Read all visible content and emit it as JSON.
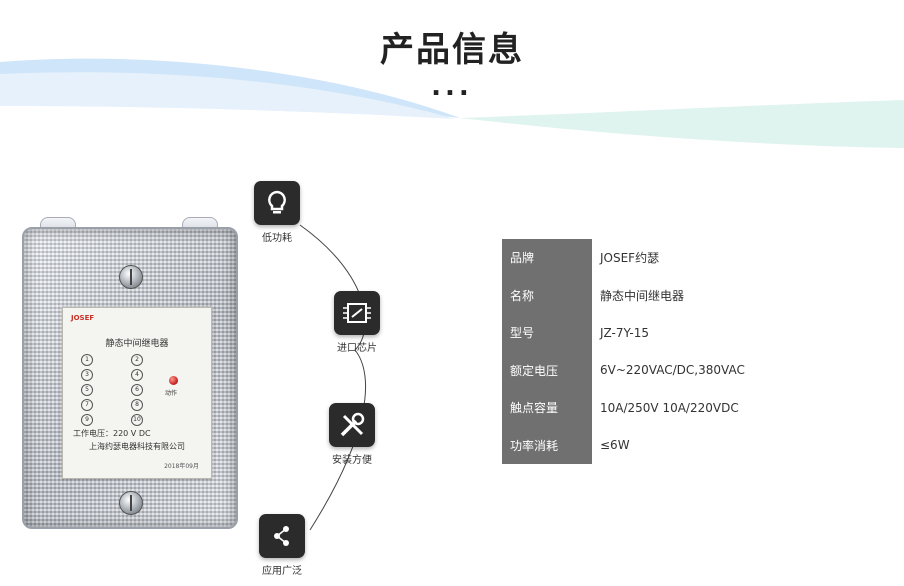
{
  "header": {
    "title": "产品信息",
    "dots": "..."
  },
  "colors": {
    "swoosh_blue": "#cfe5f9",
    "swoosh_green": "#dff3ef",
    "icon_bg": "#2b2b2b",
    "table_key_bg": "#707070"
  },
  "product": {
    "brand_mark": "JOSEF",
    "plate_name": "静态中间继电器",
    "voltage": "工作电压：220 V DC",
    "maker": "上海约瑟电器科技有限公司",
    "date": "2018年09月",
    "led_label": "动作",
    "terminals": [
      "1",
      "2",
      "3",
      "4",
      "5",
      "6",
      "7",
      "8",
      "9",
      "10"
    ]
  },
  "features": [
    {
      "icon": "lightbulb-icon",
      "label": "低功耗"
    },
    {
      "icon": "chip-icon",
      "label": "进口芯片"
    },
    {
      "icon": "tools-icon",
      "label": "安装方便"
    },
    {
      "icon": "share-icon",
      "label": "应用广泛"
    }
  ],
  "specs": [
    {
      "key": "品牌",
      "value": "JOSEF约瑟"
    },
    {
      "key": "名称",
      "value": "静态中间继电器"
    },
    {
      "key": "型号",
      "value": "JZ-7Y-15"
    },
    {
      "key": "额定电压",
      "value": "6V~220VAC/DC,380VAC"
    },
    {
      "key": "触点容量",
      "value": "10A/250V 10A/220VDC"
    },
    {
      "key": "功率消耗",
      "value": "≤6W"
    }
  ]
}
